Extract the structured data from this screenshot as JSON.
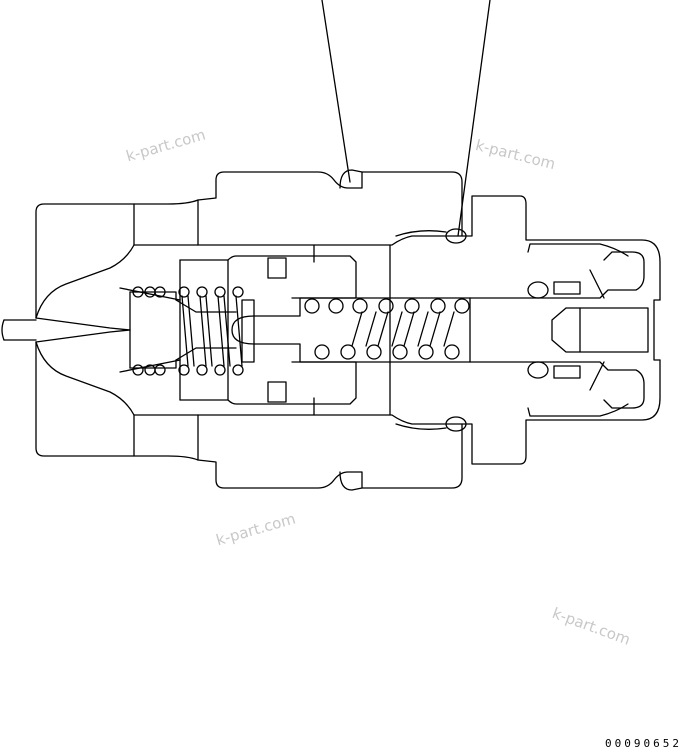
{
  "drawing_number": "00090652",
  "watermarks": [
    "k-part.com",
    "k-part.com",
    "k-part.com",
    "k-part.com"
  ],
  "colors": {
    "line": "#000000",
    "background": "#ffffff",
    "watermark": "#c8c8c8"
  }
}
